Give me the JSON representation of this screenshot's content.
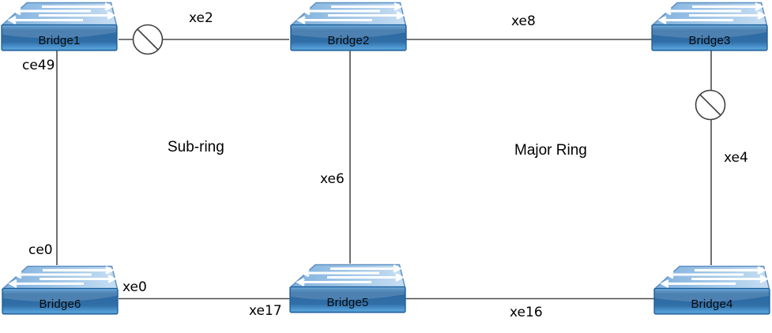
{
  "diagram": {
    "ring_labels": {
      "sub_ring": "Sub-ring",
      "major_ring": "Major Ring"
    },
    "bridges": [
      {
        "id": "bridge1",
        "label": "Bridge1"
      },
      {
        "id": "bridge2",
        "label": "Bridge2"
      },
      {
        "id": "bridge3",
        "label": "Bridge3"
      },
      {
        "id": "bridge4",
        "label": "Bridge4"
      },
      {
        "id": "bridge5",
        "label": "Bridge5"
      },
      {
        "id": "bridge6",
        "label": "Bridge6"
      }
    ],
    "links": [
      {
        "from": "Bridge1",
        "to": "Bridge2",
        "label": "xe2",
        "blocked": true
      },
      {
        "from": "Bridge2",
        "to": "Bridge3",
        "label": "xe8",
        "blocked": false
      },
      {
        "from": "Bridge1",
        "to": "Bridge6",
        "labels": [
          "ce49",
          "ce0"
        ],
        "blocked": false
      },
      {
        "from": "Bridge2",
        "to": "Bridge5",
        "label": "xe6",
        "blocked": false
      },
      {
        "from": "Bridge3",
        "to": "Bridge4",
        "label": "xe4",
        "blocked": true
      },
      {
        "from": "Bridge6",
        "to": "Bridge5",
        "labels": [
          "xe0",
          "xe17"
        ],
        "blocked": false
      },
      {
        "from": "Bridge5",
        "to": "Bridge4",
        "label": "xe16",
        "blocked": false
      }
    ],
    "colors": {
      "link_line": "#4d4d4d",
      "blocked_icon_stroke": "#404040",
      "switch_front": "#2d6aa3",
      "switch_top": "#a6c9e9",
      "label_text": "#000000"
    }
  }
}
